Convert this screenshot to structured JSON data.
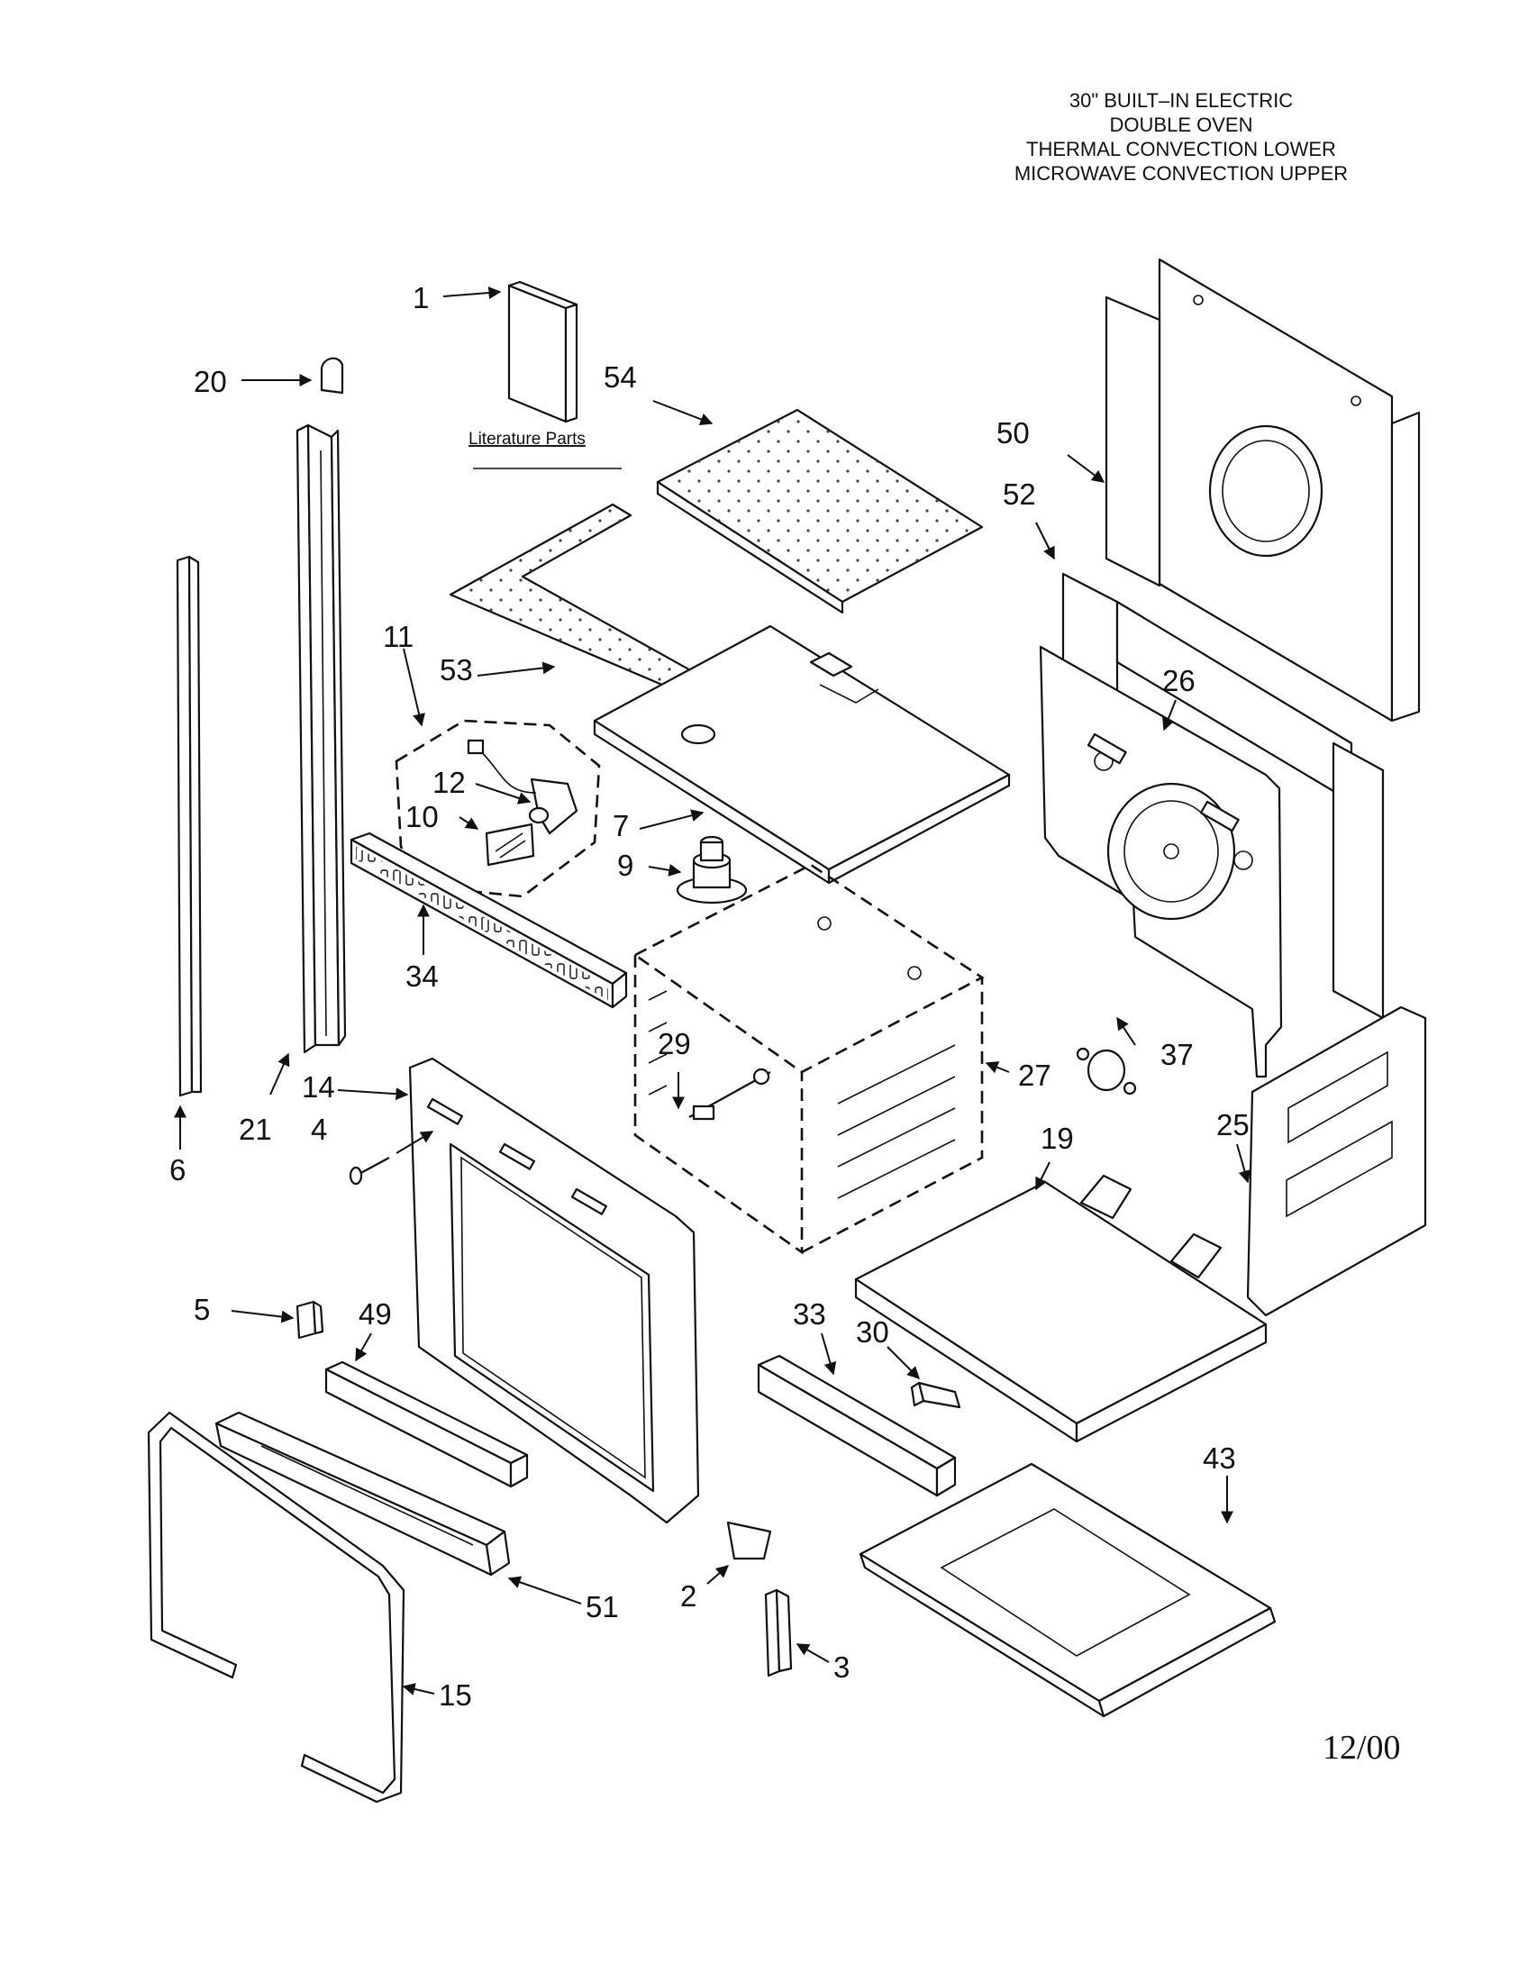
{
  "title": {
    "lines": [
      "30\" BUILT–IN ELECTRIC",
      "DOUBLE OVEN",
      "THERMAL CONVECTION LOWER",
      "MICROWAVE CONVECTION UPPER"
    ]
  },
  "literature_label": "Literature Parts",
  "date": "12/00",
  "callouts": {
    "c1": "1",
    "c2": "2",
    "c3": "3",
    "c4": "4",
    "c5": "5",
    "c6": "6",
    "c7": "7",
    "c9": "9",
    "c10": "10",
    "c11": "11",
    "c12": "12",
    "c14": "14",
    "c15": "15",
    "c19": "19",
    "c20": "20",
    "c21": "21",
    "c25": "25",
    "c26": "26",
    "c27": "27",
    "c29": "29",
    "c30": "30",
    "c33": "33",
    "c34": "34",
    "c37": "37",
    "c43": "43",
    "c49": "49",
    "c50": "50",
    "c51": "51",
    "c52": "52",
    "c53": "53",
    "c54": "54"
  }
}
